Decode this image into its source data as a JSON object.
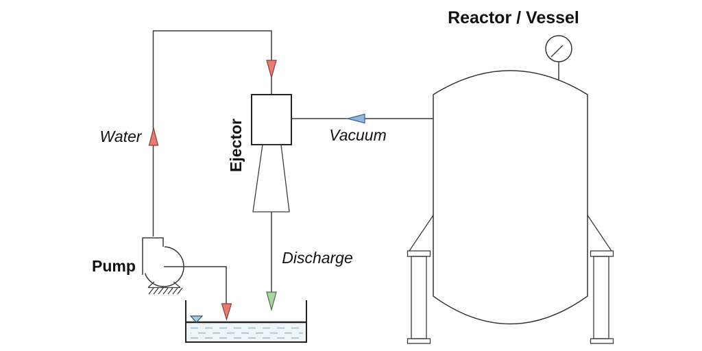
{
  "diagram": {
    "title": "Reactor / Vessel",
    "labels": {
      "pump": "Pump",
      "ejector": "Ejector",
      "water": "Water",
      "vacuum": "Vacuum",
      "discharge": "Discharge"
    },
    "colors": {
      "line": "#3a3a3a",
      "water_arrow_fill": "#e97c72",
      "vacuum_arrow_fill": "#8fb5e1",
      "discharge_arrow_fill": "#aad4a4",
      "level_marker_fill": "#a5cbe2",
      "tank_water_fill": "#eef5f8",
      "tank_water_dash": "#a9c2cf"
    }
  }
}
